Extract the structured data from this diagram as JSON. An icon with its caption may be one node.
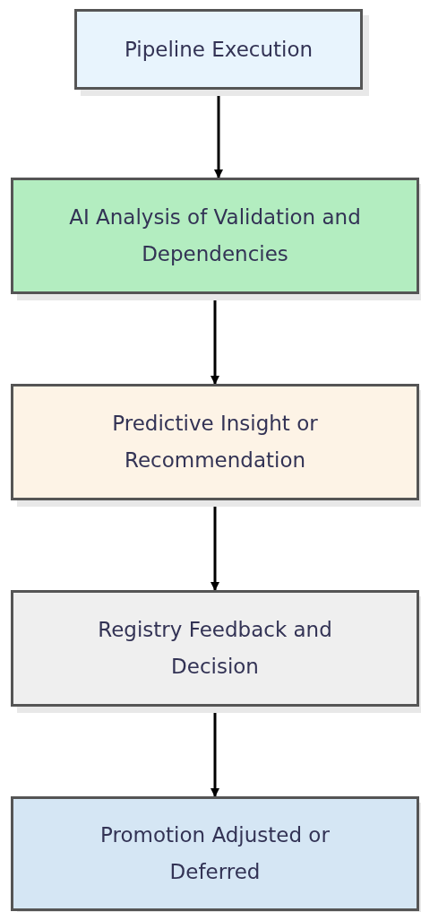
{
  "diagram": {
    "nodes": [
      {
        "text": [
          "Pipeline Execution"
        ]
      },
      {
        "text": [
          "AI Analysis of Validation and Dependencies"
        ]
      },
      {
        "text": [
          "Predictive Insight or Recommendation"
        ]
      },
      {
        "text": [
          "Registry Feedback and Decision"
        ]
      },
      {
        "text": [
          "Promotion Adjusted or Deferred"
        ]
      }
    ],
    "edges": [
      {
        "from": 0,
        "to": 1,
        "arrow": "to"
      },
      {
        "from": 1,
        "to": 2,
        "arrow": "to"
      },
      {
        "from": 2,
        "to": 3,
        "arrow": "to"
      },
      {
        "from": 3,
        "to": 4,
        "arrow": "to"
      }
    ]
  }
}
